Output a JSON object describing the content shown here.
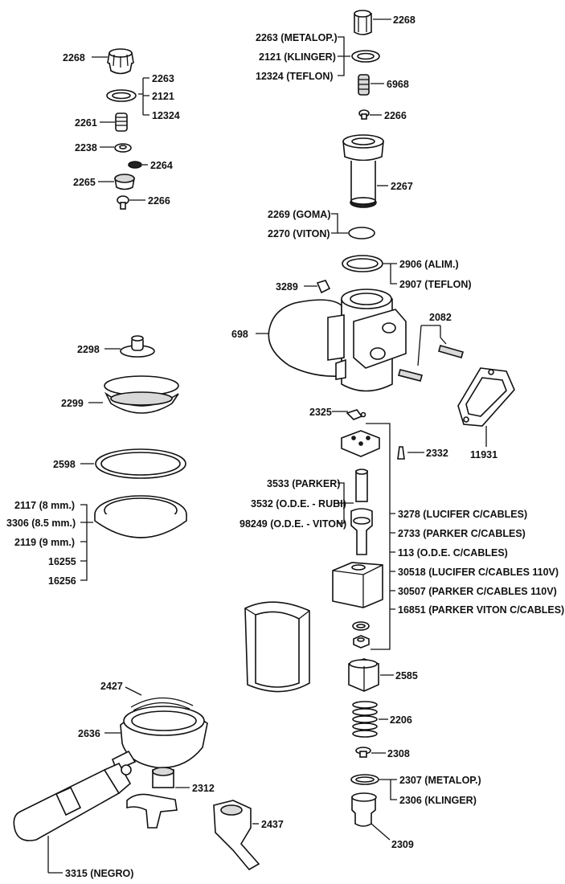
{
  "labels": {
    "l2268a": "2268",
    "l2263a": "2263",
    "l2121a": "2121",
    "l12324a": "12324",
    "l2261": "2261",
    "l2238": "2238",
    "l2264": "2264",
    "l2265": "2265",
    "l2266a": "2266",
    "l2268b": "2268",
    "l2263b": "2263 (METALOP.)",
    "l2121b": "2121 (KLINGER)",
    "l12324b": "12324 (TEFLON)",
    "l6968": "6968",
    "l2266b": "2266",
    "l2267": "2267",
    "l2269": "2269 (GOMA)",
    "l2270": "2270 (VITON)",
    "l2906": "2906 (ALIM.)",
    "l2907": "2907 (TEFLON)",
    "l3289": "3289",
    "l698": "698",
    "l2082": "2082",
    "l11931": "11931",
    "l2298": "2298",
    "l2299": "2299",
    "l2598": "2598",
    "l2117": "2117 (8 mm.)",
    "l3306": "3306 (8.5 mm.)",
    "l2119": "2119 (9 mm.)",
    "l16255": "16255",
    "l16256": "16256",
    "l2325": "2325",
    "l2332": "2332",
    "l3533": "3533 (PARKER)",
    "l3532": "3532 (O.D.E. - RUBI)",
    "l98249": "98249 (O.D.E. - VITON)",
    "l3278": "3278 (LUCIFER C/CABLES)",
    "l2733": "2733 (PARKER C/CABLES)",
    "l113": "113 (O.D.E. C/CABLES)",
    "l30518": "30518 (LUCIFER C/CABLES 110V)",
    "l30507": "30507 (PARKER C/CABLES 110V)",
    "l16851": "16851 (PARKER VITON C/CABLES)",
    "l2585": "2585",
    "l2206": "2206",
    "l2308": "2308",
    "l2307": "2307 (METALOP.)",
    "l2306": "2306 (KLINGER)",
    "l2309": "2309",
    "l2427": "2427",
    "l2636": "2636",
    "l2312": "2312",
    "l2437": "2437",
    "l3315": "3315 (NEGRO)"
  }
}
